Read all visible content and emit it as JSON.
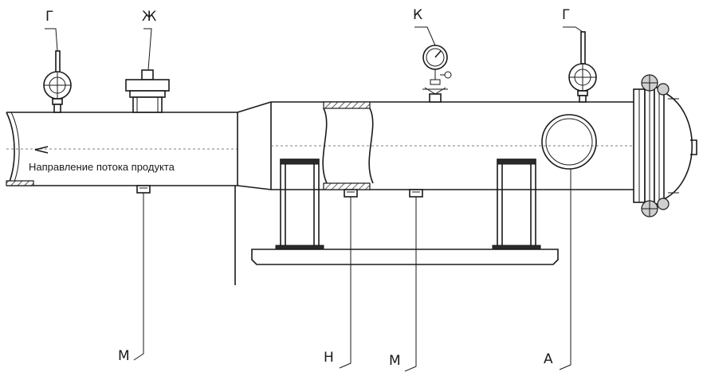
{
  "flow_label": "Направление потока продукта",
  "callouts": {
    "gauge_left": "Г",
    "hatch": "Ж",
    "pressure_gauge": "К",
    "gauge_right": "Г",
    "drain_left": "М",
    "drain_center": "Н",
    "drain_right": "М",
    "manhole": "А"
  }
}
